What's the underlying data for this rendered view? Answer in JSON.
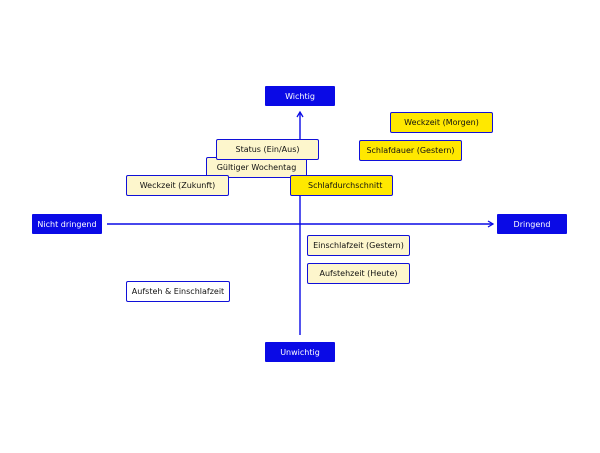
{
  "axes": {
    "top": "Wichtig",
    "bottom": "Unwichtig",
    "left": "Nicht dringend",
    "right": "Dringend"
  },
  "notes": {
    "weckzeit_morgen": "Weckzeit (Morgen)",
    "schlafdauer_gestern": "Schlafdauer (Gestern)",
    "status": "Status (Ein/Aus)",
    "gueltiger_wochentag": "Gültiger Wochentag",
    "weckzeit_zukunft": "Weckzeit (Zukunft)",
    "schlafdurchschnitt": "Schlafdurchschnitt",
    "einschlafzeit_gestern": "Einschlafzeit (Gestern)",
    "aufstehzeit_heute": "Aufstehzeit (Heute)",
    "aufsteh_einschlafzeit": "Aufsteh & Einschlafzeit"
  },
  "colors": {
    "axis": "#0a0ae6",
    "note_border": "#1010d8",
    "note_pale": "#fdf6cc",
    "note_bright": "#ffe800"
  }
}
